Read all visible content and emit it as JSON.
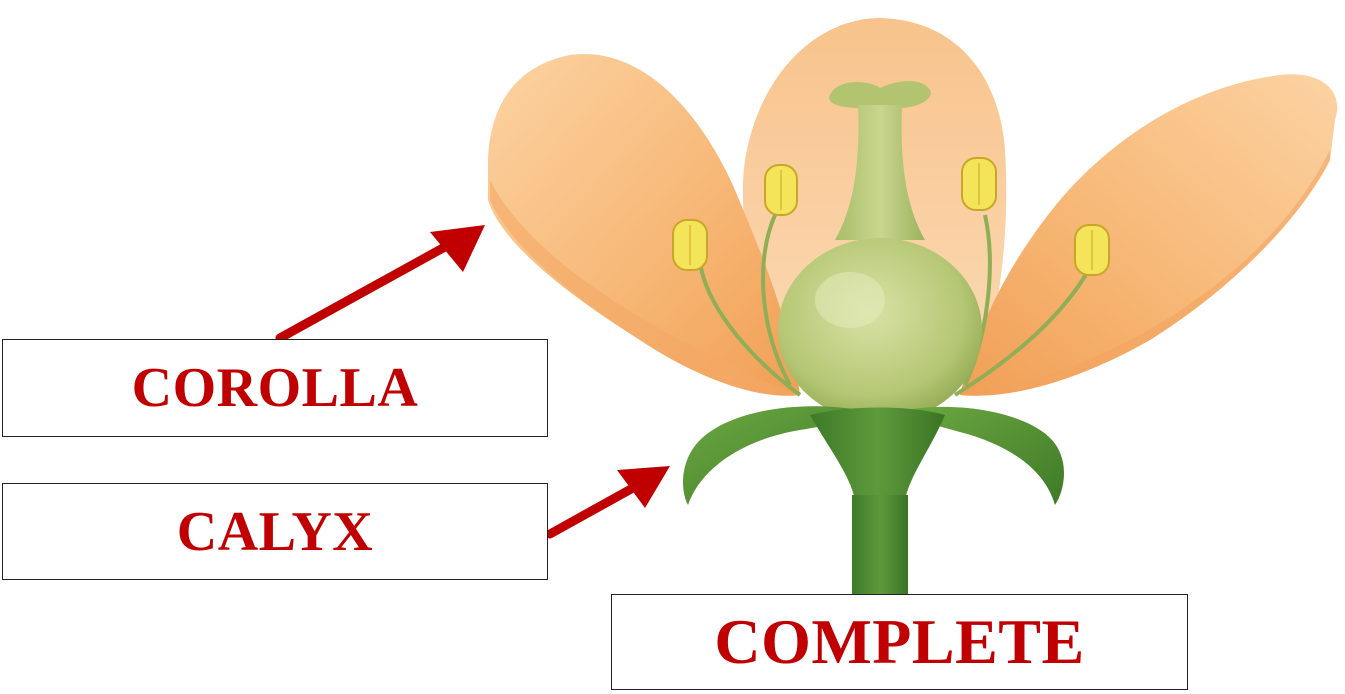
{
  "labels": {
    "corolla": "COROLLA",
    "calyx": "CALYX",
    "complete": "COMPLETE"
  },
  "colors": {
    "label_text": "#c00000",
    "arrow": "#c00000",
    "petal": "#f6b778",
    "petal_light": "#fbd7ae",
    "stamen_anther": "#f3e45a",
    "pistil": "#b8c97a",
    "sepal": "#4f8a2e",
    "stem": "#4a8a32"
  },
  "icons": {
    "arrow_corolla": "arrow-icon",
    "arrow_calyx": "arrow-icon"
  }
}
